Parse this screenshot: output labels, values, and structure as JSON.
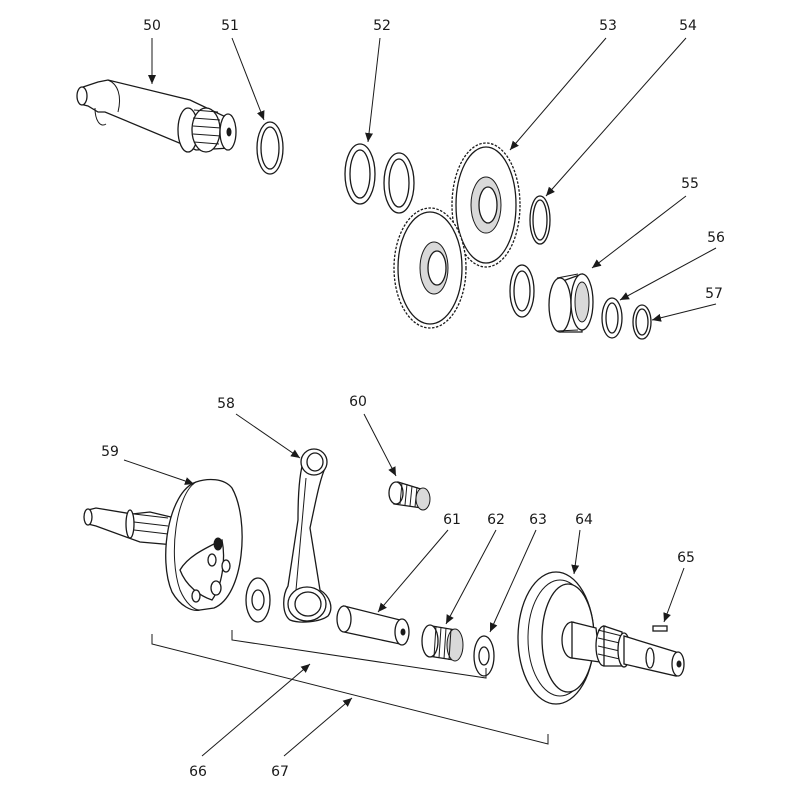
{
  "diagram": {
    "type": "exploded-parts-view",
    "callouts": [
      {
        "id": "p50",
        "label": "50"
      },
      {
        "id": "p51",
        "label": "51"
      },
      {
        "id": "p52",
        "label": "52"
      },
      {
        "id": "p53",
        "label": "53"
      },
      {
        "id": "p54",
        "label": "54"
      },
      {
        "id": "p55",
        "label": "55"
      },
      {
        "id": "p56",
        "label": "56"
      },
      {
        "id": "p57",
        "label": "57"
      },
      {
        "id": "p58",
        "label": "58"
      },
      {
        "id": "p59",
        "label": "59"
      },
      {
        "id": "p60",
        "label": "60"
      },
      {
        "id": "p61",
        "label": "61"
      },
      {
        "id": "p62",
        "label": "62"
      },
      {
        "id": "p63",
        "label": "63"
      },
      {
        "id": "p64",
        "label": "64"
      },
      {
        "id": "p65",
        "label": "65"
      },
      {
        "id": "p66",
        "label": "66"
      },
      {
        "id": "p67",
        "label": "67"
      }
    ]
  },
  "colors": {
    "line": "#1a1a1a",
    "background": "#ffffff"
  }
}
